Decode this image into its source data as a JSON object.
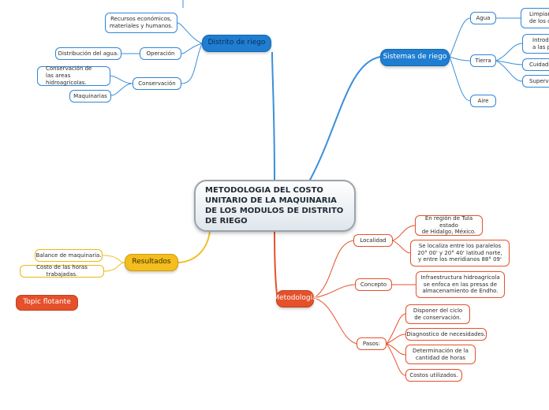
{
  "central": {
    "title": "METODOLOGIA DEL COSTO UNITARIO DE LA MAQUINARIA DE LOS MODULOS DE DISTRITO DE RIEGO"
  },
  "branches": {
    "distrito": {
      "label": "Distrito de riego",
      "recursos": "Recursos económicos,\nmateriales y humanos.",
      "operacion": "Operación",
      "distribucion": "Distribución del agua.",
      "conservacion": "Conservación",
      "conservacion_areas": "Conservación de\nlas areas hidroagricolas.",
      "maquinarias": "Maquinarias"
    },
    "sistemas": {
      "label": "Sistemas de riego",
      "agua": "Agua",
      "limpiar": "Limpiar\nde los ca",
      "tierra": "Tierra",
      "introdu": "Introdu\na las pa",
      "cuidado": "Cuidado",
      "supervis": "Supervisi",
      "aire": "Aire"
    },
    "metodologia": {
      "label": "Metodología",
      "localidad": "Localidad",
      "loc_1": "En región de Tula estado\nde Hidalgo, México.",
      "loc_2": "Se localiza entre los paralelos\n20° 00' y 20° 40' latitud norte,\ny entre los meridianos 88° 09'",
      "concepto": "Concepto",
      "concepto_1": "Infraestructura hidroagrícola\nse enfoca en las presas de\nalmacenamiento de Endho.",
      "pasos": "Pasos:",
      "pasos_1": "Disponer del ciclo\nde conservación.",
      "pasos_2": "Diagnostico de necesidades.",
      "pasos_3": "Determinación de la\ncantidad de horas",
      "pasos_4": "Costos utilizados."
    },
    "resultados": {
      "label": "Resultados",
      "balance": "Balance de maquinaria.",
      "costo_horas": "Costo de las horas trabajadas."
    }
  },
  "floating_topic": "Topic flotante",
  "colors": {
    "blue": "#1f7ed1",
    "orange_red": "#e5512b",
    "gold": "#f3be1e",
    "link_blue": "#3a8fdb",
    "link_gold": "#f0c02a"
  }
}
